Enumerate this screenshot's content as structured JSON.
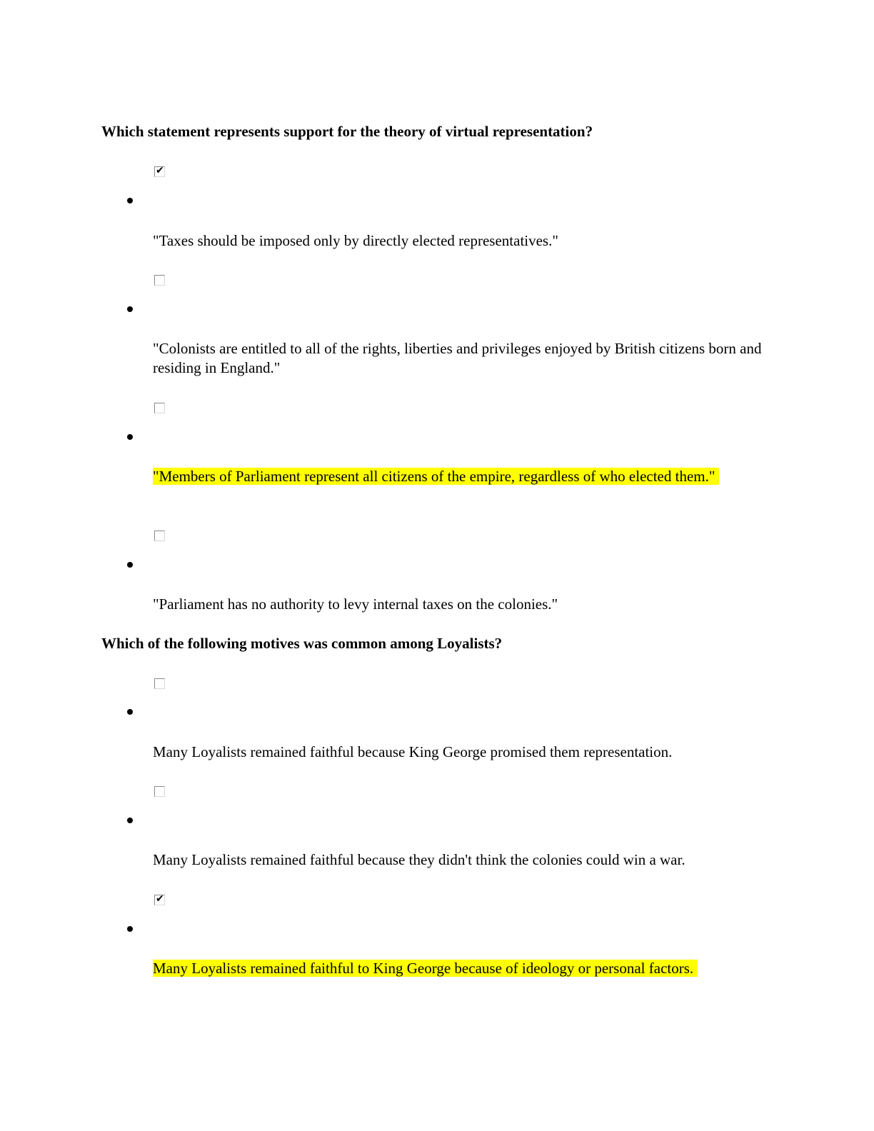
{
  "questions": [
    {
      "text": "Which statement represents support for the theory of virtual representation?",
      "options": [
        {
          "text": "\"Taxes should be imposed only by directly elected representatives.\"",
          "checked": true,
          "highlighted": false
        },
        {
          "text": "\"Colonists are entitled to all of the rights, liberties and privileges enjoyed by British citizens born and residing in England.\"",
          "checked": false,
          "highlighted": false
        },
        {
          "text": "\"Members of Parliament represent all citizens of the empire, regardless of who elected them.\"",
          "checked": false,
          "highlighted": true
        },
        {
          "text": "\"Parliament has no authority to levy internal taxes on the colonies.\"",
          "checked": false,
          "highlighted": false
        }
      ]
    },
    {
      "text": "Which of the following motives was common among Loyalists?",
      "options": [
        {
          "text": "Many Loyalists remained faithful because King George promised them representation.",
          "checked": false,
          "highlighted": false
        },
        {
          "text": "Many Loyalists remained faithful because they didn't think the colonies could win a war.",
          "checked": false,
          "highlighted": false
        },
        {
          "text": "Many Loyalists remained faithful to King George because of ideology or personal factors.",
          "checked": true,
          "highlighted": true
        }
      ]
    }
  ],
  "colors": {
    "highlight": "#ffff00",
    "text": "#000000",
    "checkbox_border": "#8a8a8a"
  },
  "icons": {
    "checked": "check-mark-icon",
    "bullet": "bullet-icon"
  }
}
